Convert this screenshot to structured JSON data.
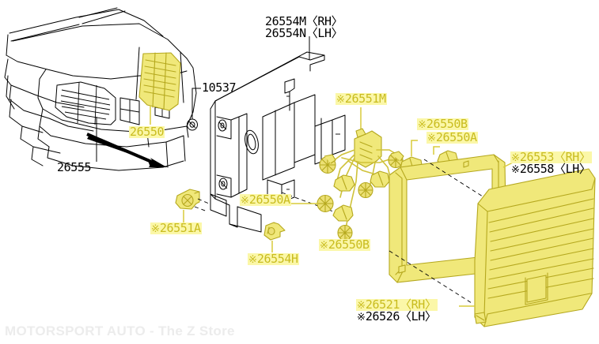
{
  "diagram": {
    "title": "Rear combination lamp exploded parts diagram",
    "watermark": "MOTORSPORT AUTO - The Z Store",
    "ref_mark": "※",
    "colors": {
      "highlight_fill": "#f0e87a",
      "highlight_stroke": "#b5a81e",
      "label_highlight_bg": "#fbf7a8",
      "label_highlight_text": "#c9bc1f",
      "line": "#000000",
      "background": "#ffffff",
      "watermark": "#ececec"
    }
  },
  "labels": {
    "car_lamp": {
      "text": "26550",
      "style": "highlight"
    },
    "car_body": {
      "text": "26555",
      "style": "plain"
    },
    "grommet": {
      "text": "10537",
      "style": "plain"
    },
    "finisher_rh": {
      "text": "26554M〈RH〉",
      "style": "plain"
    },
    "finisher_lh": {
      "text": "26554N〈LH〉",
      "style": "plain"
    },
    "socket_m": {
      "mark": "※",
      "text": "26551M",
      "style": "highlight"
    },
    "socket_a_left": {
      "mark": "※",
      "text": "26550A",
      "style": "highlight"
    },
    "bulb_b_upper": {
      "mark": "※",
      "text": "26550B",
      "style": "highlight"
    },
    "bulb_a_upper": {
      "mark": "※",
      "text": "26550A",
      "style": "highlight"
    },
    "bulb_b_lower": {
      "mark": "※",
      "text": "26550B",
      "style": "highlight"
    },
    "socket_a": {
      "mark": "※",
      "text": "26551A",
      "style": "highlight"
    },
    "clip_h": {
      "mark": "※",
      "text": "26554H",
      "style": "highlight"
    },
    "packing_rh": {
      "mark": "※",
      "text": "26553〈RH〉",
      "style": "highlight"
    },
    "packing_lh": {
      "mark": "※",
      "text": "26558〈LH〉",
      "style": "plain"
    },
    "lens_rh": {
      "mark": "※",
      "text": "26521〈RH〉",
      "style": "highlight"
    },
    "lens_lh": {
      "mark": "※",
      "text": "26526〈LH〉",
      "style": "plain"
    }
  },
  "parts": [
    {
      "number": "26550",
      "name": "rear-combination-lamp-assembly"
    },
    {
      "number": "26555",
      "name": "rear-body-panel"
    },
    {
      "number": "10537",
      "name": "screw-grommet"
    },
    {
      "number": "26554M",
      "name": "lamp-bracket-rh"
    },
    {
      "number": "26554N",
      "name": "lamp-bracket-lh"
    },
    {
      "number": "26551M",
      "name": "harness-socket-connector"
    },
    {
      "number": "26550A",
      "name": "bulb-socket-a"
    },
    {
      "number": "26550B",
      "name": "bulb-socket-b"
    },
    {
      "number": "26551A",
      "name": "socket-assembly"
    },
    {
      "number": "26554H",
      "name": "mounting-clip"
    },
    {
      "number": "26553",
      "name": "lamp-packing-rh"
    },
    {
      "number": "26558",
      "name": "lamp-packing-lh"
    },
    {
      "number": "26521",
      "name": "lamp-lens-rh"
    },
    {
      "number": "26526",
      "name": "lamp-lens-lh"
    }
  ]
}
